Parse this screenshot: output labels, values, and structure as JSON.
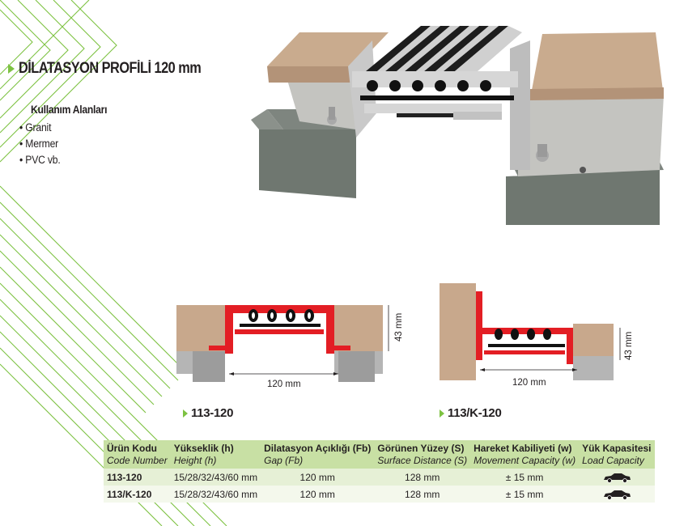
{
  "title": "DİLATASYON PROFİLİ 120 mm",
  "usage": {
    "heading": "Kullanım Alanları",
    "items": [
      "• Granit",
      "• Mermer",
      "• PVC vb."
    ]
  },
  "details": {
    "left": {
      "gap_label": "120 mm",
      "height_label": "43 mm",
      "code": "113-120"
    },
    "right": {
      "gap_label": "120 mm",
      "height_label": "43 mm",
      "code": "113/K-120"
    }
  },
  "table": {
    "headers": [
      {
        "tr": "Ürün Kodu",
        "en": "Code Number"
      },
      {
        "tr": "Yükseklik (h)",
        "en": "Height (h)"
      },
      {
        "tr": "Dilatasyon Açıklığı (Fb)",
        "en": "Gap (Fb)"
      },
      {
        "tr": "Görünen Yüzey (S)",
        "en": "Surface Distance (S)"
      },
      {
        "tr": "Hareket Kabiliyeti (w)",
        "en": "Movement Capacity (w)"
      },
      {
        "tr": "Yük Kapasitesi",
        "en": "Load Capacity"
      }
    ],
    "rows": [
      {
        "code": "113-120",
        "height": "15/28/32/43/60 mm",
        "gap": "120 mm",
        "surface": "128 mm",
        "movement": "± 15 mm",
        "load_icon": "car-icon"
      },
      {
        "code": "113/K-120",
        "height": "15/28/32/43/60 mm",
        "gap": "120 mm",
        "surface": "128 mm",
        "movement": "± 15 mm",
        "load_icon": "car-icon"
      }
    ]
  },
  "colors": {
    "accent_green": "#7dc242",
    "table_header": "#c8e0a4",
    "profile_red": "#e31e24"
  }
}
